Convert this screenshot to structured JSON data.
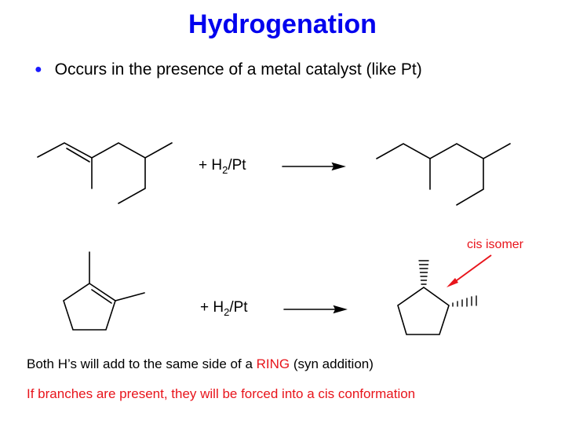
{
  "slide": {
    "title": "Hydrogenation",
    "bullet": "Occurs in the presence of a metal catalyst (like Pt)",
    "reaction1": {
      "reagent_prefix": "+ H",
      "reagent_sub": "2",
      "reagent_suffix": "/Pt"
    },
    "reaction2": {
      "reagent_prefix": "+ H",
      "reagent_sub": "2",
      "reagent_suffix": "/Pt"
    },
    "annotation": "cis isomer",
    "line1": {
      "before": "Both H’s will add to the same side of a ",
      "highlight": "RING",
      "after": " (syn addition)"
    },
    "line2": "If branches are present, they will be forced into a cis conformation",
    "colors": {
      "title": "#0000ee",
      "highlight": "#e8141b",
      "bullet": "#1a1aff"
    }
  }
}
